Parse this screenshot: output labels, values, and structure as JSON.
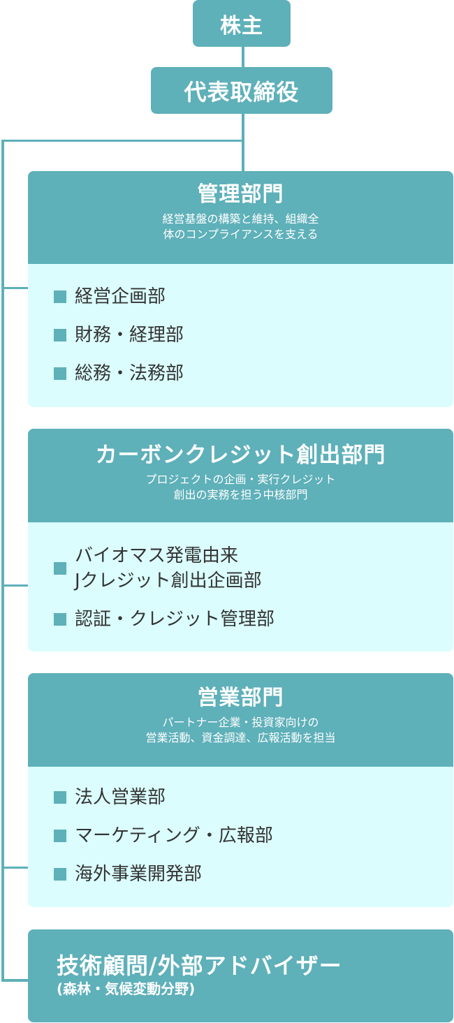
{
  "colors": {
    "accent": "#5eb0b9",
    "card_body": "#dbfdfd",
    "item_text": "#333333",
    "header_text": "#ffffff"
  },
  "top": {
    "shareholders": "株主",
    "representative": "代表取締役"
  },
  "departments": [
    {
      "title": "管理部門",
      "desc_lines": [
        "経営基盤の構築と維持、組織全",
        "体のコンプライアンスを支える"
      ],
      "items": [
        "経営企画部",
        "財務・経理部",
        "総務・法務部"
      ]
    },
    {
      "title": "カーボンクレジット創出部門",
      "desc_lines": [
        "プロジェクトの企画・実行クレジット",
        "創出の実務を担う中核部門"
      ],
      "items": [
        [
          "バイオマス発電由来",
          "Jクレジット創出企画部"
        ],
        "認証・クレジット管理部"
      ]
    },
    {
      "title": "営業部門",
      "desc_lines": [
        "パートナー企業・投資家向けの",
        "営業活動、資金調達、広報活動を担当"
      ],
      "items": [
        "法人営業部",
        "マーケティング・広報部",
        "海外事業開発部"
      ]
    }
  ],
  "advisor": {
    "title": "技術顧問/外部アドバイザー",
    "subtitle": "(森林・気候変動分野)"
  }
}
